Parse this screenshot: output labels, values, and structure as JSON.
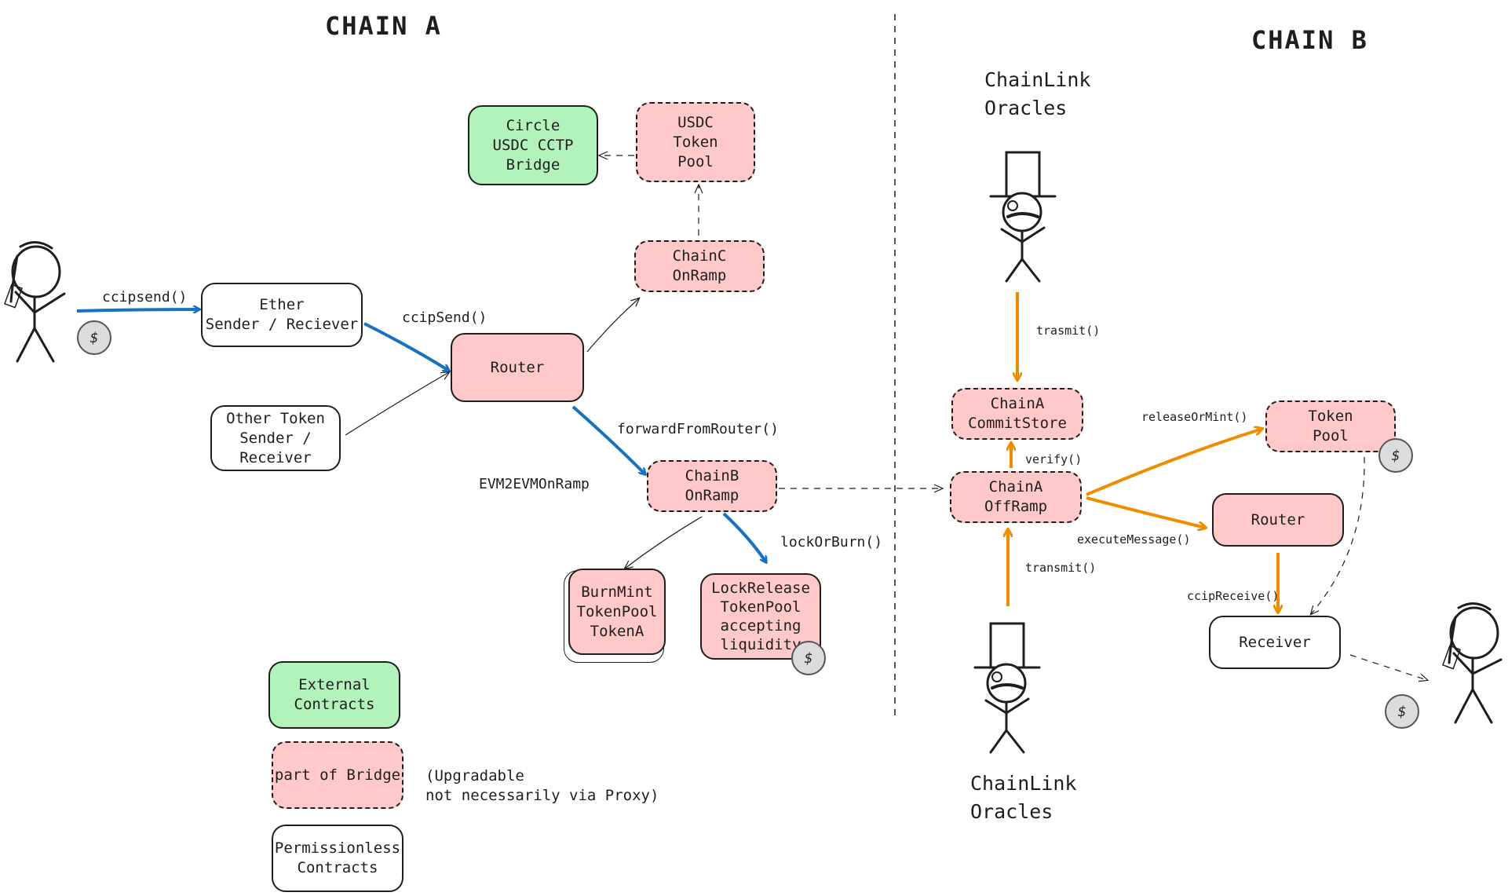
{
  "titles": {
    "chain_a": "CHAIN A",
    "chain_b": "CHAIN B"
  },
  "oracles": {
    "top_label": "ChainLink\nOracles",
    "bottom_label": "ChainLink\nOracles"
  },
  "nodes": {
    "circle_bridge": "Circle\nUSDC CCTP\nBridge",
    "usdc_token_pool": "USDC\nToken\nPool",
    "chainc_onramp": "ChainC\nOnRamp",
    "ether_sender": "Ether\nSender / Reciever",
    "other_token_sender": "Other Token\nSender /\nReceiver",
    "router_a": "Router",
    "chainb_onramp": "ChainB\nOnRamp",
    "burnmint_pool": "BurnMint\nTokenPool\nTokenA",
    "lockrelease_pool": "LockRelease\nTokenPool\naccepting\nliquidity",
    "chaina_commitstore": "ChainA\nCommitStore",
    "chaina_offramp": "ChainA\nOffRamp",
    "token_pool_b": "Token\nPool",
    "router_b": "Router",
    "receiver_b": "Receiver"
  },
  "edge_labels": {
    "ccipsend_user": "ccipsend()",
    "ccipsend_router": "ccipSend()",
    "forward_from_router": "forwardFromRouter()",
    "evm2evm_onramp": "EVM2EVMOnRamp",
    "lock_or_burn": "lockOrBurn()",
    "trasmit": "trasmit()",
    "verify": "verify()",
    "release_or_mint": "releaseOrMint()",
    "execute_message": "executeMessage()",
    "transmit": "transmit()",
    "ccip_receive": "ccipReceive()"
  },
  "legend": {
    "external": "External\nContracts",
    "bridge": "part of Bridge",
    "bridge_note": "(Upgradable\nnot necessarily via Proxy)",
    "permissionless": "Permissionless\nContracts"
  },
  "coin_symbol": "$",
  "colors": {
    "blue_arrow": "#1971c2",
    "orange_arrow": "#f08c00",
    "pink": "#ffc9c9",
    "green": "#b2f2bb"
  },
  "icons": [
    "stick-figure-user-icon",
    "oracle-top-hat-figure-icon",
    "coin-icon"
  ]
}
